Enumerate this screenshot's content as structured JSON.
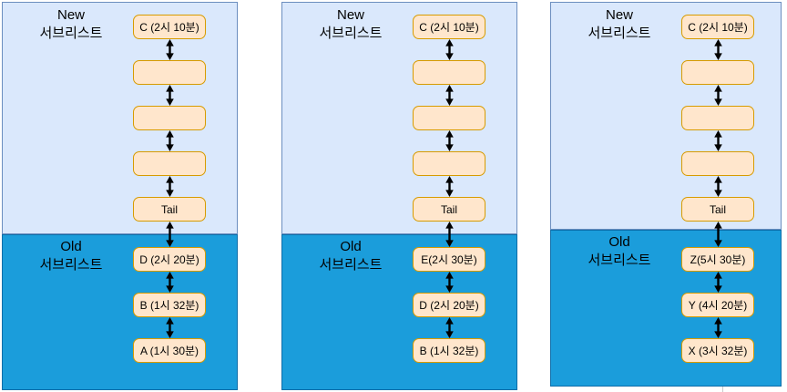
{
  "colors": {
    "background": "#ffffff",
    "new_section_fill": "#dae8fc",
    "new_section_border": "#6c8ebf",
    "old_section_fill": "#1b9ddb",
    "old_section_border": "#0e6da8",
    "node_fill": "#ffe6cc",
    "node_border": "#d79b00",
    "arrow_color": "#000000"
  },
  "panels": [
    {
      "new_label": [
        "New",
        "서브리스트"
      ],
      "old_label": [
        "Old",
        "서브리스트"
      ],
      "new_nodes": [
        {
          "label": "C (2시 10분)"
        },
        {
          "label": ""
        },
        {
          "label": ""
        },
        {
          "label": ""
        },
        {
          "label": "Tail"
        }
      ],
      "old_nodes": [
        {
          "label": "D (2시 20분)"
        },
        {
          "label": "B (1시 32분)"
        },
        {
          "label": "A (1시 30분)"
        }
      ]
    },
    {
      "new_label": [
        "New",
        "서브리스트"
      ],
      "old_label": [
        "Old",
        "서브리스트"
      ],
      "new_nodes": [
        {
          "label": "C (2시 10분)"
        },
        {
          "label": ""
        },
        {
          "label": ""
        },
        {
          "label": ""
        },
        {
          "label": "Tail"
        }
      ],
      "old_nodes": [
        {
          "label": "E(2시 30분)"
        },
        {
          "label": "D (2시 20분)"
        },
        {
          "label": "B (1시 32분)"
        }
      ]
    },
    {
      "new_label": [
        "New",
        "서브리스트"
      ],
      "old_label": [
        "Old",
        "서브리스트"
      ],
      "new_nodes": [
        {
          "label": "C (2시 10분)"
        },
        {
          "label": ""
        },
        {
          "label": ""
        },
        {
          "label": ""
        },
        {
          "label": "Tail"
        }
      ],
      "old_nodes": [
        {
          "label": "Z(5시 30분)"
        },
        {
          "label": "Y (4시 20분)"
        },
        {
          "label": "X (3시 32분)"
        }
      ]
    }
  ]
}
